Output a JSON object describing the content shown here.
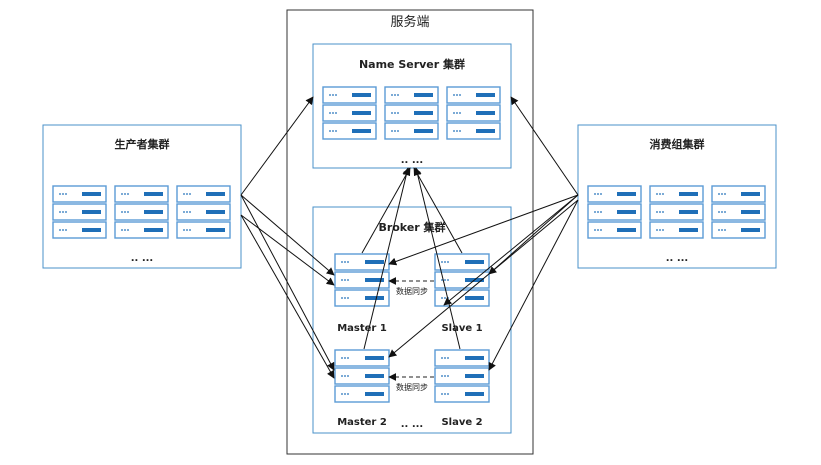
{
  "server": {
    "title": "服务端"
  },
  "name_server": {
    "title": "Name Server 集群",
    "more": ".. ..."
  },
  "broker": {
    "title": "Broker 集群",
    "more": ".. ...",
    "master1": "Master 1",
    "slave1": "Slave 1",
    "master2": "Master 2",
    "slave2": "Slave 2",
    "sync_label": "数据同步"
  },
  "producer": {
    "title": "生产者集群",
    "more": ".. ..."
  },
  "consumer": {
    "title": "消费组集群",
    "more": ".. ..."
  },
  "colors": {
    "border_blue": "#4a90c8",
    "server_fill": "#1f6fb8",
    "server_border": "#5b9bd5"
  }
}
